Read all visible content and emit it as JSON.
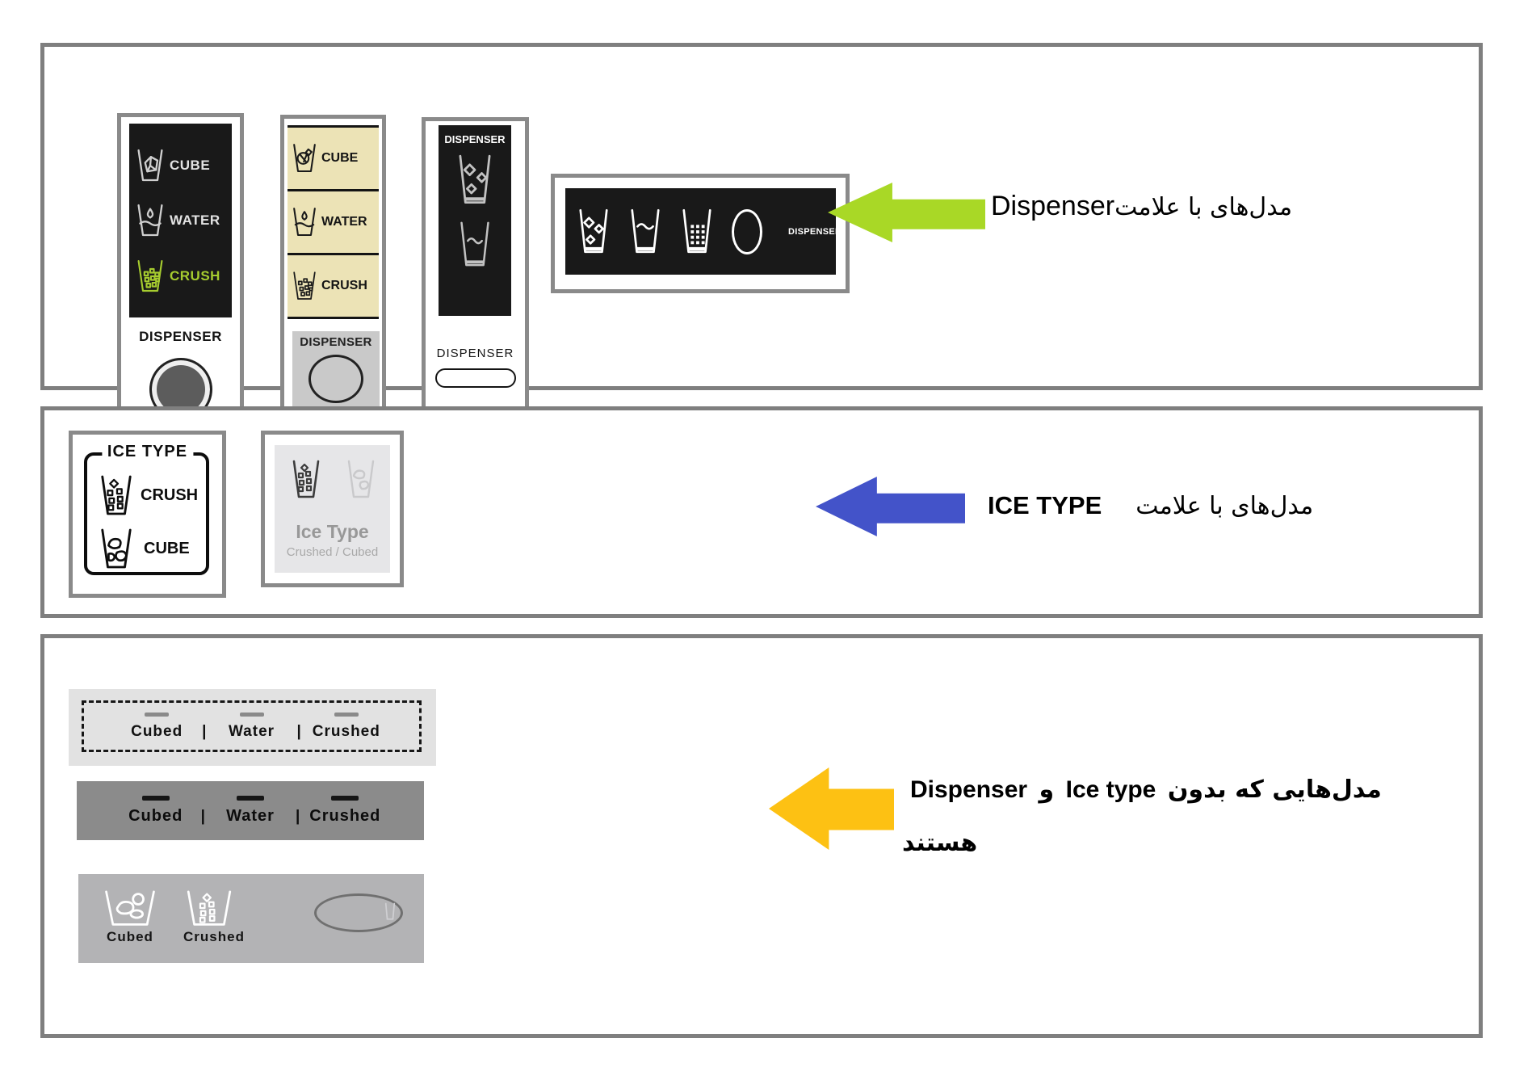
{
  "section1": {
    "panel1": {
      "rows": [
        {
          "icon": "cube-ice-glass-icon",
          "label": "CUBE"
        },
        {
          "icon": "water-glass-icon",
          "label": "WATER"
        },
        {
          "icon": "crushed-ice-glass-icon",
          "label": "CRUSH"
        }
      ],
      "crush_color": "#a6cc2f",
      "dispenser_label": "DISPENSER"
    },
    "panel2": {
      "bg": "#ece3b6",
      "rows": [
        {
          "icon": "cube-ice-glass-icon",
          "label": "CUBE"
        },
        {
          "icon": "water-glass-icon",
          "label": "WATER"
        },
        {
          "icon": "crushed-ice-glass-icon",
          "label": "CRUSH"
        }
      ],
      "dispenser_label": "DISPENSER"
    },
    "panel3": {
      "screen_title": "DISPENSER",
      "icons": [
        "cube-ice-glass-icon",
        "water-glass-icon"
      ],
      "dispenser_label": "DISPENSER"
    },
    "panel4": {
      "icons": [
        "cube-ice-glass-icon",
        "water-glass-icon",
        "crushed-ice-glass-icon",
        "dispenser-oval-button"
      ],
      "dispenser_label": "DISPENSER"
    },
    "annotation": {
      "arrow_color": "#a9d826",
      "label_fa": "مدل‌های با علامت",
      "label_en": "Dispenser"
    }
  },
  "section2": {
    "panel1": {
      "title": "ICE TYPE",
      "rows": [
        {
          "icon": "crushed-ice-glass-icon",
          "label": "CRUSH"
        },
        {
          "icon": "cube-ice-glass-icon",
          "label": "CUBE"
        }
      ]
    },
    "panel2": {
      "title": "Ice Type",
      "subtitle": "Crushed / Cubed",
      "icons": [
        "crushed-ice-glass-icon",
        "cube-ice-glass-icon"
      ]
    },
    "annotation": {
      "arrow_color": "#4353c9",
      "label_fa": "مدل‌های با علامت",
      "label_en": "ICE TYPE"
    }
  },
  "section3": {
    "strip1": {
      "separator": "|",
      "items": [
        "Cubed",
        "Water",
        "Crushed"
      ]
    },
    "strip2": {
      "separator": "|",
      "items": [
        "Cubed",
        "Water",
        "Crushed"
      ]
    },
    "strip3": {
      "items": [
        "Cubed",
        "Crushed"
      ],
      "icons": [
        "cube-ice-glass-icon",
        "crushed-ice-glass-icon",
        "dispenser-oval-button"
      ]
    },
    "annotation": {
      "arrow_color": "#fdc113",
      "line1_fa": "مدل‌هایی که بدون",
      "line1_en1": "Ice type",
      "line1_conj_fa": "و",
      "line1_en2": "Dispenser",
      "line2_fa": "هستند"
    }
  }
}
